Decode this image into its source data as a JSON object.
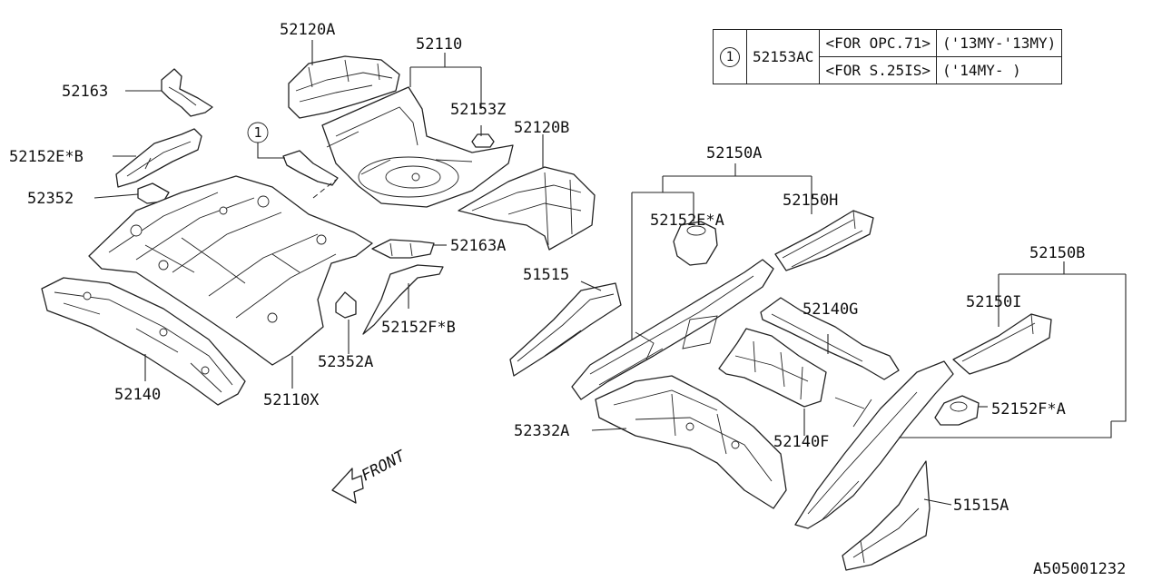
{
  "diagram": {
    "code": "A505001232",
    "front_label": "FRONT",
    "callout_mark": "1",
    "labels": {
      "p52120A": "52120A",
      "p52110": "52110",
      "p52163": "52163",
      "p52153Z": "52153Z",
      "p52120B": "52120B",
      "p52152EB": "52152E*B",
      "p52352": "52352",
      "p52163A": "52163A",
      "p52152FB": "52152F*B",
      "p51515": "51515",
      "p52352A": "52352A",
      "p52140": "52140",
      "p52110X": "52110X",
      "p52150A": "52150A",
      "p52150H": "52150H",
      "p52152EA": "52152E*A",
      "p52150B": "52150B",
      "p52150I": "52150I",
      "p52140G": "52140G",
      "p52152FA": "52152F*A",
      "p52332A": "52332A",
      "p52140F": "52140F",
      "p51515A": "51515A"
    }
  },
  "table": {
    "ref": "1",
    "part": "52153AC",
    "rows": [
      {
        "option": "<FOR OPC.71>",
        "years": "('13MY-'13MY)"
      },
      {
        "option": "<FOR S.25IS>",
        "years": "('14MY-       )"
      }
    ]
  }
}
